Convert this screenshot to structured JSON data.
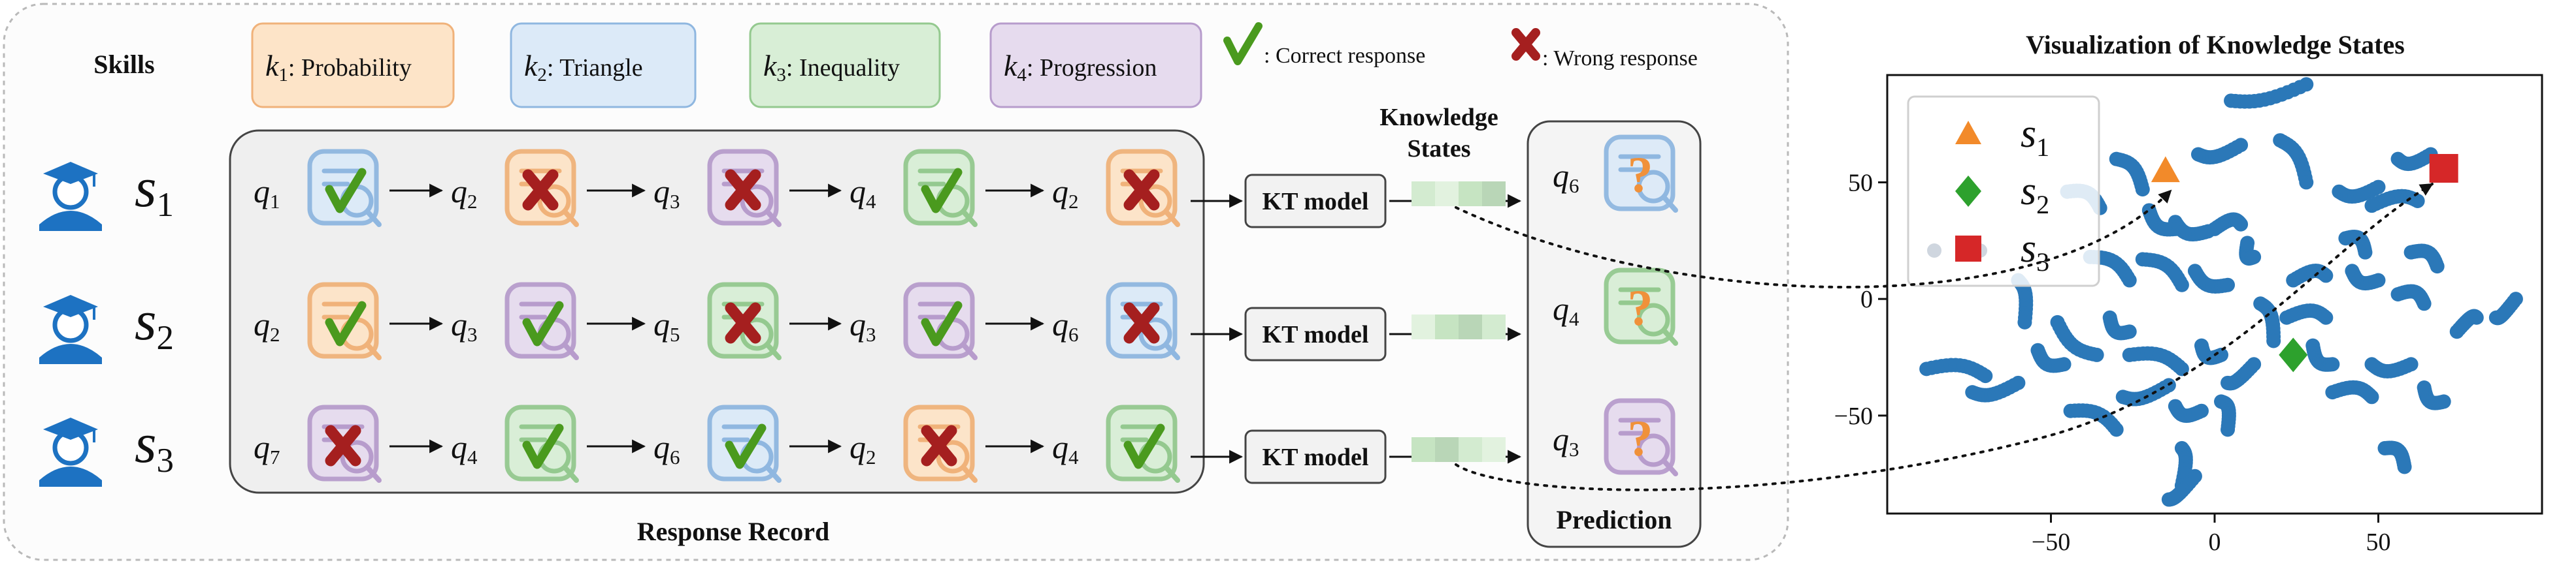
{
  "skills_label": "Skills",
  "skills": [
    {
      "sym": "k",
      "sub": "1",
      "name": ": Probability",
      "fill": "#fde4c8",
      "stroke": "#f0b27a"
    },
    {
      "sym": "k",
      "sub": "2",
      "name": ": Triangle",
      "fill": "#dceaf8",
      "stroke": "#8fb7e0"
    },
    {
      "sym": "k",
      "sub": "3",
      "name": ": Inequality",
      "fill": "#d8eed6",
      "stroke": "#94c98f"
    },
    {
      "sym": "k",
      "sub": "4",
      "name": ": Progression",
      "fill": "#e6dbee",
      "stroke": "#b79ccc"
    }
  ],
  "legend": {
    "correct": ": Correct response",
    "wrong": ": Wrong response"
  },
  "students": [
    {
      "sym": "s",
      "sub": "1"
    },
    {
      "sym": "s",
      "sub": "2"
    },
    {
      "sym": "s",
      "sub": "3"
    }
  ],
  "records": [
    [
      {
        "q": "1",
        "skill": 1,
        "ok": true
      },
      {
        "q": "2",
        "skill": 0,
        "ok": false
      },
      {
        "q": "3",
        "skill": 3,
        "ok": false
      },
      {
        "q": "4",
        "skill": 2,
        "ok": true
      },
      {
        "q": "2",
        "skill": 0,
        "ok": false
      }
    ],
    [
      {
        "q": "2",
        "skill": 0,
        "ok": true
      },
      {
        "q": "3",
        "skill": 3,
        "ok": true
      },
      {
        "q": "5",
        "skill": 2,
        "ok": false
      },
      {
        "q": "3",
        "skill": 3,
        "ok": true
      },
      {
        "q": "6",
        "skill": 1,
        "ok": false
      }
    ],
    [
      {
        "q": "7",
        "skill": 3,
        "ok": false
      },
      {
        "q": "4",
        "skill": 2,
        "ok": true
      },
      {
        "q": "6",
        "skill": 1,
        "ok": true
      },
      {
        "q": "2",
        "skill": 0,
        "ok": false
      },
      {
        "q": "4",
        "skill": 2,
        "ok": true
      }
    ]
  ],
  "kt_label": "KT model",
  "knowledge_states_label": [
    "Knowledge",
    "States"
  ],
  "predictions": [
    {
      "q": "6",
      "skill": 1
    },
    {
      "q": "4",
      "skill": 2
    },
    {
      "q": "3",
      "skill": 3
    }
  ],
  "response_record_label": "Response Record",
  "prediction_label": "Prediction",
  "colors": {
    "correct": "#4a9a1e",
    "wrong": "#a51f1f",
    "question": "#f0913a",
    "scatter": "#2b78b8",
    "s1": "#f28a2a",
    "s2": "#2da12d",
    "s3": "#d62728"
  },
  "chart_data": {
    "type": "scatter",
    "title": "Visualization of Knowledge States",
    "xlabel": "",
    "ylabel": "",
    "xlim": [
      -100,
      100
    ],
    "ylim": [
      -92,
      96
    ],
    "xticks": [
      -50,
      0,
      50
    ],
    "yticks": [
      50,
      0,
      -50
    ],
    "xtick_labels": [
      "−50",
      "0",
      "50"
    ],
    "ytick_labels": [
      "50",
      "0",
      "−50"
    ],
    "legend_position": "top-left",
    "series": [
      {
        "name": "s",
        "sub": "1",
        "marker": "triangle",
        "color": "#f28a2a",
        "points": [
          [
            -15,
            55
          ]
        ]
      },
      {
        "name": "s",
        "sub": "2",
        "marker": "diamond",
        "color": "#2da12d",
        "points": [
          [
            24,
            -24
          ]
        ]
      },
      {
        "name": "s",
        "sub": "3",
        "marker": "square",
        "color": "#d62728",
        "points": [
          [
            70,
            56
          ]
        ]
      }
    ],
    "cloud": [
      [
        [
          5,
          85
        ],
        [
          28,
          92
        ]
      ],
      [
        [
          -30,
          60
        ],
        [
          -22,
          47
        ]
      ],
      [
        [
          -5,
          62
        ],
        [
          8,
          66
        ]
      ],
      [
        [
          -45,
          46
        ],
        [
          -35,
          39
        ]
      ],
      [
        [
          -20,
          38
        ],
        [
          -12,
          30
        ]
      ],
      [
        [
          20,
          68
        ],
        [
          28,
          50
        ]
      ],
      [
        [
          38,
          46
        ],
        [
          50,
          48
        ]
      ],
      [
        [
          -22,
          17
        ],
        [
          -10,
          6
        ]
      ],
      [
        [
          -12,
          33
        ],
        [
          -2,
          29
        ]
      ],
      [
        [
          -38,
          18
        ],
        [
          -26,
          8
        ]
      ],
      [
        [
          -48,
          -10
        ],
        [
          -36,
          -24
        ]
      ],
      [
        [
          -88,
          -30
        ],
        [
          -70,
          -33
        ]
      ],
      [
        [
          -74,
          -40
        ],
        [
          -60,
          -36
        ]
      ],
      [
        [
          -60,
          8
        ],
        [
          -58,
          -10
        ]
      ],
      [
        [
          -54,
          -22
        ],
        [
          -46,
          -28
        ]
      ],
      [
        [
          -44,
          -48
        ],
        [
          -30,
          -56
        ]
      ],
      [
        [
          -28,
          -42
        ],
        [
          -14,
          -37
        ]
      ],
      [
        [
          -26,
          -24
        ],
        [
          -10,
          -30
        ]
      ],
      [
        [
          -12,
          -46
        ],
        [
          -4,
          -48
        ]
      ],
      [
        [
          -10,
          -64
        ],
        [
          -10,
          -80
        ]
      ],
      [
        [
          -14,
          -86
        ],
        [
          -6,
          -76
        ]
      ],
      [
        [
          2,
          -44
        ],
        [
          4,
          -56
        ]
      ],
      [
        [
          4,
          -36
        ],
        [
          12,
          -28
        ]
      ],
      [
        [
          22,
          -8
        ],
        [
          34,
          -8
        ]
      ],
      [
        [
          30,
          -20
        ],
        [
          36,
          -28
        ]
      ],
      [
        [
          36,
          -40
        ],
        [
          48,
          -42
        ]
      ],
      [
        [
          48,
          -28
        ],
        [
          60,
          -28
        ]
      ],
      [
        [
          52,
          -64
        ],
        [
          58,
          -72
        ]
      ],
      [
        [
          64,
          -38
        ],
        [
          70,
          -44
        ]
      ],
      [
        [
          74,
          -14
        ],
        [
          80,
          -8
        ]
      ],
      [
        [
          86,
          -8
        ],
        [
          92,
          0
        ]
      ],
      [
        [
          48,
          40
        ],
        [
          62,
          42
        ]
      ],
      [
        [
          56,
          60
        ],
        [
          66,
          62
        ]
      ],
      [
        [
          24,
          8
        ],
        [
          34,
          10
        ]
      ],
      [
        [
          42,
          12
        ],
        [
          50,
          8
        ]
      ],
      [
        [
          60,
          20
        ],
        [
          68,
          14
        ]
      ],
      [
        [
          10,
          24
        ],
        [
          12,
          18
        ]
      ],
      [
        [
          0,
          30
        ],
        [
          8,
          32
        ]
      ],
      [
        [
          -6,
          12
        ],
        [
          4,
          6
        ]
      ],
      [
        [
          14,
          -2
        ],
        [
          18,
          -18
        ]
      ],
      [
        [
          -32,
          -8
        ],
        [
          -26,
          -14
        ]
      ],
      [
        [
          56,
          2
        ],
        [
          64,
          -2
        ]
      ],
      [
        [
          -4,
          -20
        ],
        [
          2,
          -24
        ]
      ],
      [
        [
          40,
          26
        ],
        [
          46,
          20
        ]
      ]
    ]
  }
}
